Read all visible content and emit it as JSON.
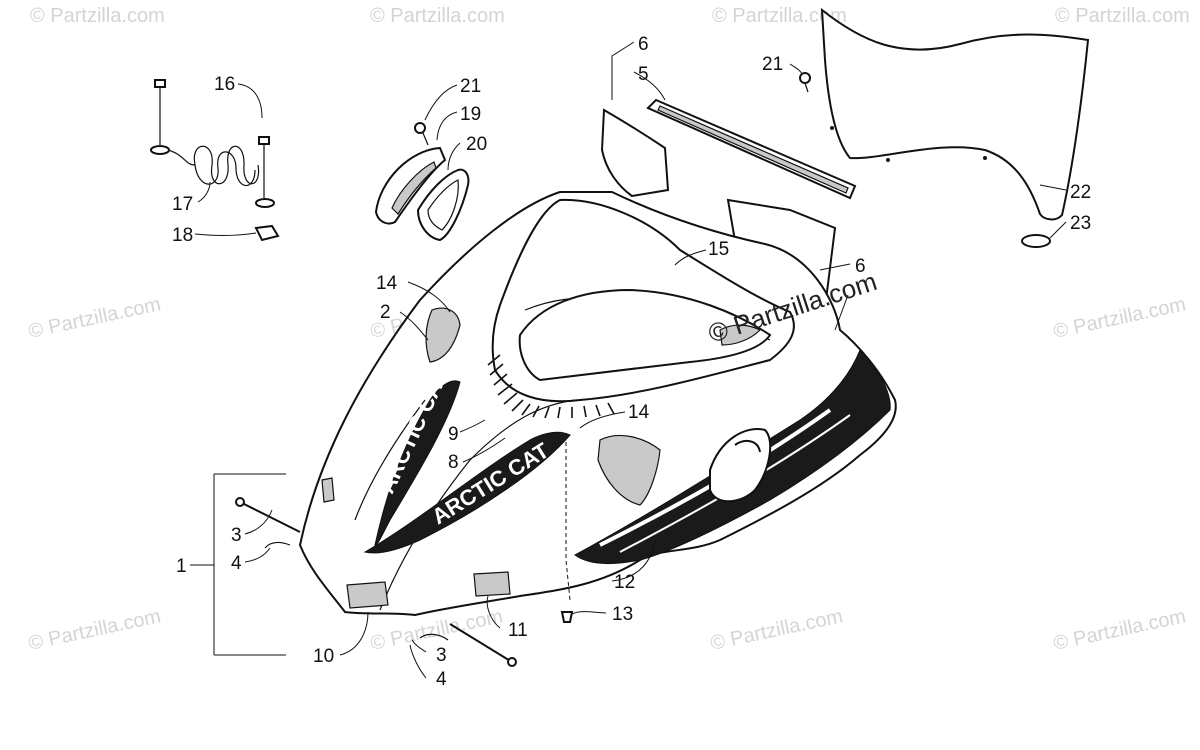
{
  "watermark": "© Partzilla.com",
  "center_watermark": "© Partzilla.com",
  "decal_text": "ARCTIC CAT",
  "callouts": {
    "c1": "1",
    "c2": "2",
    "c3a": "3",
    "c3b": "3",
    "c4a": "4",
    "c4b": "4",
    "c5": "5",
    "c6a": "6",
    "c6b": "6",
    "c8": "8",
    "c9": "9",
    "c10": "10",
    "c11": "11",
    "c12": "12",
    "c13": "13",
    "c14a": "14",
    "c14b": "14",
    "c15": "15",
    "c16": "16",
    "c17": "17",
    "c18": "18",
    "c19": "19",
    "c20": "20",
    "c21a": "21",
    "c21b": "21",
    "c22": "22",
    "c23": "23"
  }
}
